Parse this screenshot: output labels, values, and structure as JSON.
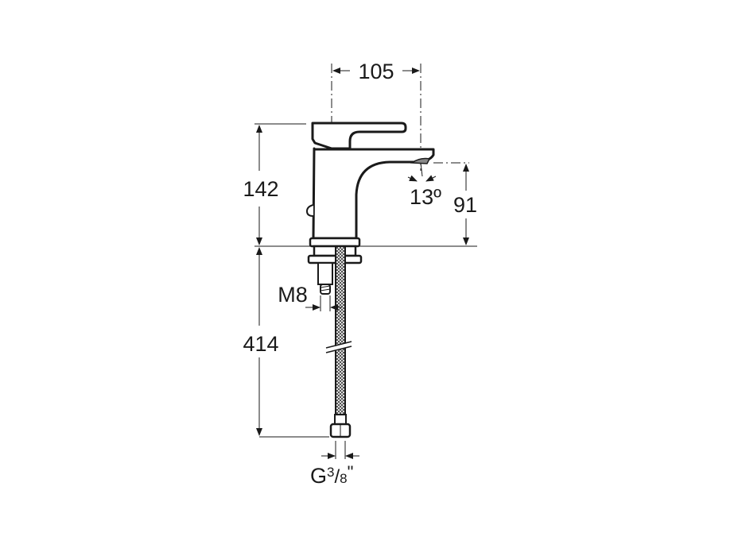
{
  "drawing": {
    "subject": "Basin mixer faucet technical drawing",
    "dimensions": {
      "spout_reach": "105",
      "body_height": "142",
      "spout_height": "91",
      "spout_angle": "13º",
      "hose_length": "414",
      "stud_thread": "M8",
      "hose_connector": "G",
      "hose_connector_num": "3",
      "hose_connector_sep": "/",
      "hose_connector_den": "8",
      "hose_connector_unit": "\""
    },
    "colors": {
      "line": "#1a1a1a",
      "background": "#ffffff"
    }
  }
}
